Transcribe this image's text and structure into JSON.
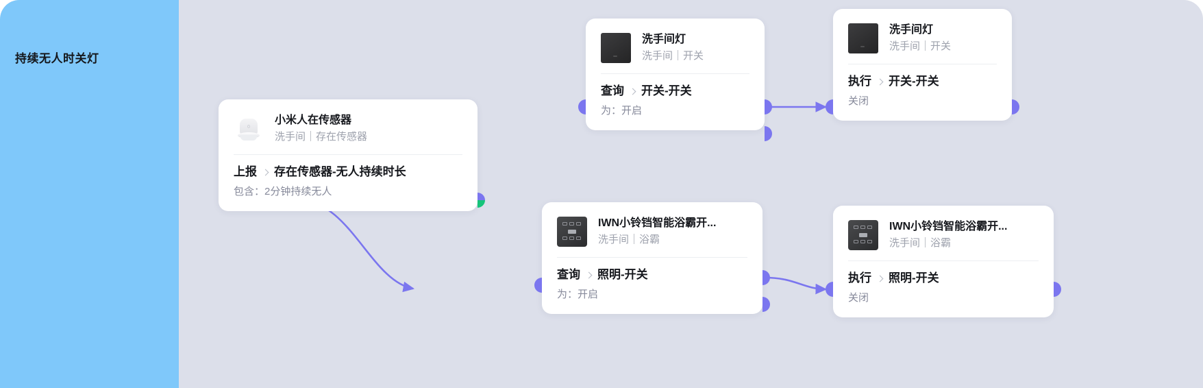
{
  "left_panel": {
    "title": "持续无人时关灯",
    "background_color": "#7fc8fa"
  },
  "canvas": {
    "background_color": "#dcdfea",
    "accent_color": "#7b76ef",
    "success_color": "#16c47a"
  },
  "nodes": [
    {
      "id": "trigger",
      "icon": "presence-sensor-icon",
      "title": "小米人在传感器",
      "subtitle": "洗手间｜存在传感器",
      "action_label": "上报",
      "action_target": "存在传感器-无人持续时长",
      "detail": "包含：2分钟持续无人"
    },
    {
      "id": "condition-light",
      "icon": "wall-switch-icon",
      "title": "洗手间灯",
      "subtitle": "洗手间｜开关",
      "action_label": "查询",
      "action_target": "开关-开关",
      "detail": "为：开启"
    },
    {
      "id": "action-light",
      "icon": "wall-switch-icon",
      "title": "洗手间灯",
      "subtitle": "洗手间｜开关",
      "action_label": "执行",
      "action_target": "开关-开关",
      "detail": "关闭"
    },
    {
      "id": "condition-bath",
      "icon": "smart-panel-icon",
      "title": "IWN小铃铛智能浴霸开...",
      "subtitle": "洗手间｜浴霸",
      "action_label": "查询",
      "action_target": "照明-开关",
      "detail": "为：开启"
    },
    {
      "id": "action-bath",
      "icon": "smart-panel-icon",
      "title": "IWN小铃铛智能浴霸开...",
      "subtitle": "洗手间｜浴霸",
      "action_label": "执行",
      "action_target": "照明-开关",
      "detail": "关闭"
    }
  ]
}
